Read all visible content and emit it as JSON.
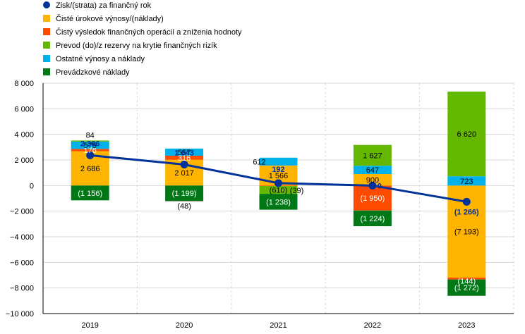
{
  "chart_data": {
    "type": "bar",
    "stacked": true,
    "categories": [
      "2019",
      "2020",
      "2021",
      "2022",
      "2023"
    ],
    "ylim": [
      -10000,
      8000
    ],
    "yticks": [
      8000,
      6000,
      4000,
      2000,
      0,
      -2000,
      -4000,
      -6000,
      -8000,
      -10000
    ],
    "ytick_labels": [
      "8 000",
      "6 000",
      "4 000",
      "2 000",
      "0",
      "−2 000",
      "−4 000",
      "−6 000",
      "−8 000",
      "−10 000"
    ],
    "grid": true,
    "legend_position": "top-left",
    "series": [
      {
        "name": "Čisté úrokové výnosy/(náklady)",
        "color": "#FFB400",
        "values": [
          2686,
          2017,
          1566,
          900,
          -7193
        ],
        "labels": [
          "2 686",
          "2 017",
          "1 566",
          "900",
          "(7 193)"
        ]
      },
      {
        "name": "Čistý výsledok finančných operácií a zníženia hodnoty",
        "color": "#FF4B00",
        "values": [
          176,
          316,
          -39,
          -1950,
          -144
        ],
        "labels": [
          "176",
          "316",
          "(39)",
          "(1 950)",
          "(144)"
        ]
      },
      {
        "name": "Prevod (do)/z rezervy na krytie finančných rizík",
        "color": "#65B800",
        "values": [
          84,
          0,
          -610,
          1627,
          6620
        ],
        "labels": [
          "84",
          "",
          "(610)",
          "1 627",
          "6 620"
        ]
      },
      {
        "name": "Ostatné výnosy a náklady",
        "color": "#00B1EA",
        "values": [
          575,
          557,
          612,
          647,
          723
        ],
        "labels": [
          "575",
          "557",
          "612",
          "647",
          "723"
        ]
      },
      {
        "name": "Prevádzkové náklady",
        "color": "#007816",
        "values": [
          -1156,
          -1199,
          -1238,
          -1224,
          -1272
        ],
        "labels": [
          "(1 156)",
          "(1 199)",
          "(1 238)",
          "(1 224)",
          "(1 272)"
        ]
      }
    ],
    "other_expense_labels": [
      "",
      "(48)",
      "",
      "",
      ""
    ],
    "other_expense_values": [
      0,
      -48,
      0,
      0,
      0
    ],
    "line": {
      "name": "Zisk/(strata) za finančný rok",
      "color": "#003299",
      "values": [
        2366,
        1643,
        192,
        0,
        -1266
      ],
      "labels": [
        "2 366",
        "1 643",
        "192",
        "0",
        "(1 266)"
      ]
    }
  }
}
